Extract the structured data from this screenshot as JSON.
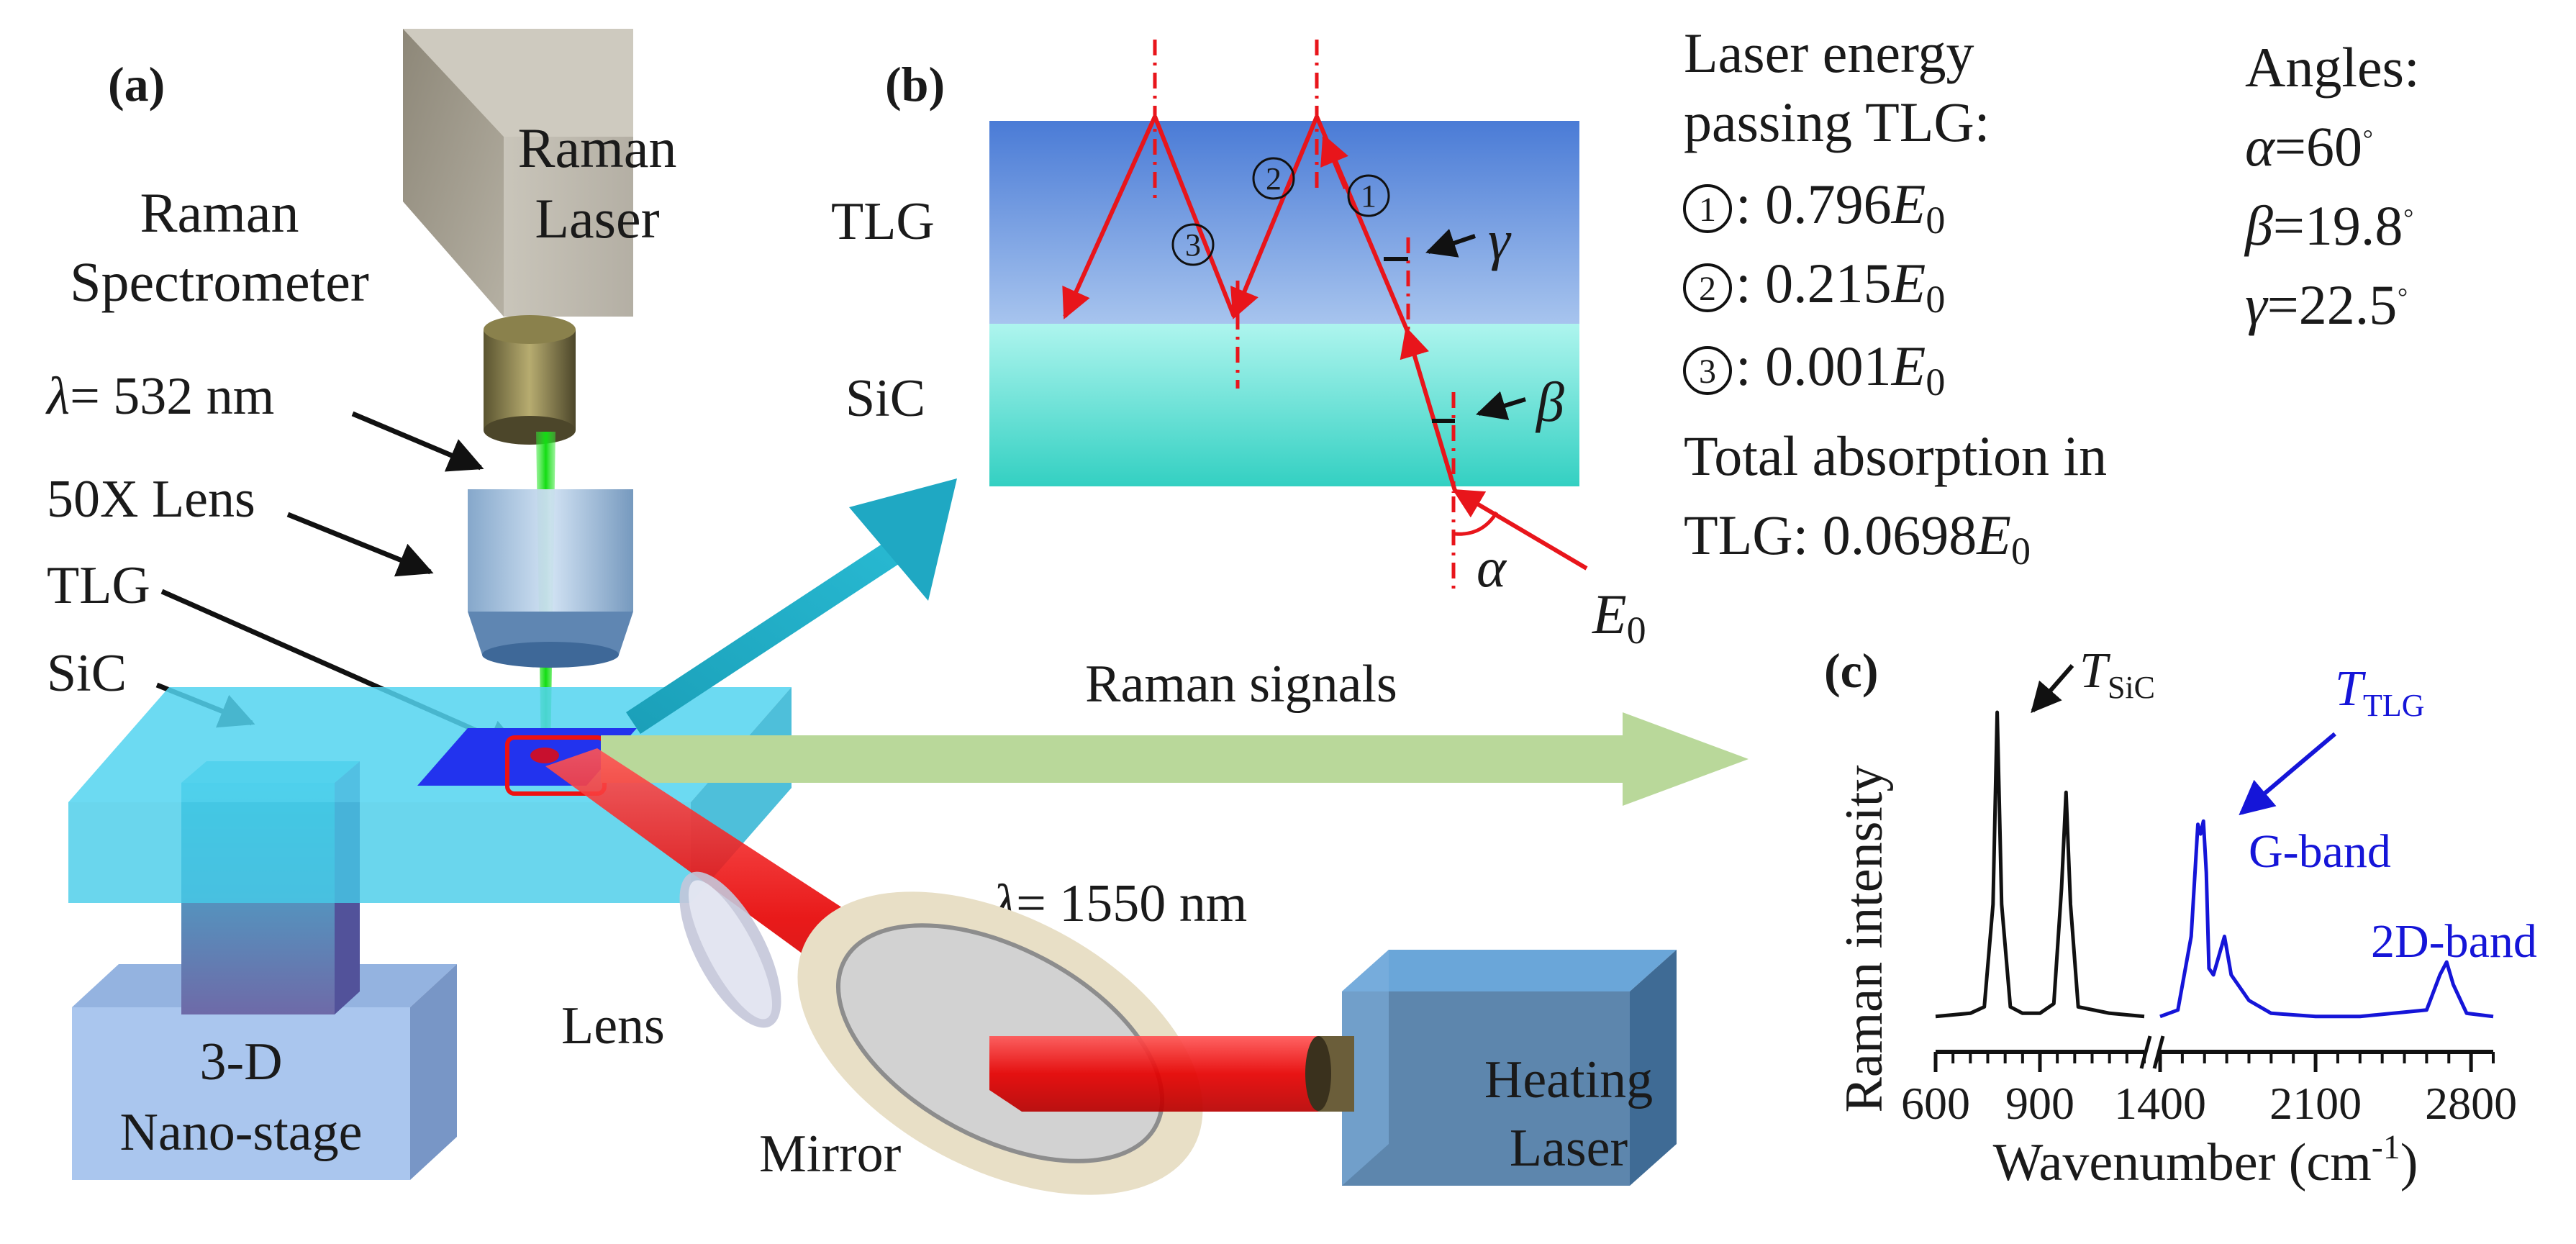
{
  "panel_a": {
    "label": "(a)",
    "raman_spectrometer": [
      "Raman",
      "Spectrometer"
    ],
    "raman_laser": [
      "Raman",
      "Laser"
    ],
    "lambda_532_symbol": "λ",
    "lambda_532_value": "= 532 nm",
    "lens_50x": "50X Lens",
    "tlg": "TLG",
    "sic": "SiC",
    "raman_signals": "Raman signals",
    "lambda_1550_symbol": "λ",
    "lambda_1550_value": "= 1550 nm",
    "lens": "Lens",
    "mirror": "Mirror",
    "nano_stage": [
      "3-D",
      "Nano-stage"
    ],
    "heating_laser": [
      "Heating",
      "Laser"
    ],
    "colors": {
      "sic_slab": "#4fd0ec",
      "green_laser": "#22dd22",
      "red_laser": "#ee1111",
      "raman_arrow": "#b9d89a"
    }
  },
  "panel_b": {
    "label": "(b)",
    "tlg": "TLG",
    "sic": "SiC",
    "ray_labels": [
      "①",
      "②",
      "③"
    ],
    "gamma": "γ",
    "beta": "β",
    "alpha": "α",
    "e0_letter": "E",
    "e0_sub": "0",
    "energy_title": [
      "Laser energy",
      "passing TLG:"
    ],
    "energy_rows": [
      {
        "mark": "①",
        "value": ": 0.796",
        "E": "E",
        "sub": "0"
      },
      {
        "mark": "②",
        "value": ": 0.215",
        "E": "E",
        "sub": "0"
      },
      {
        "mark": "③",
        "value": ": 0.001",
        "E": "E",
        "sub": "0"
      }
    ],
    "absorption_line1": "Total absorption in",
    "absorption_prefix": "TLG: 0.0698",
    "absorption_E": "E",
    "absorption_sub": "0",
    "angles_title": "Angles:",
    "angles": [
      {
        "symbol": "α",
        "value": "=60",
        "deg": "◦"
      },
      {
        "symbol": "β",
        "value": "=19.8",
        "deg": "◦"
      },
      {
        "symbol": "γ",
        "value": "=22.5",
        "deg": "◦"
      }
    ]
  },
  "panel_c": {
    "label": "(c)",
    "ylabel": "Raman intensity",
    "xlabel_main": "Wavenumber (cm",
    "xlabel_sup": "-1",
    "xlabel_close": ")",
    "xticks": [
      "600",
      "900",
      "1400",
      "2100",
      "2800"
    ],
    "t_sic_letter": "T",
    "t_sic_sub": "SiC",
    "t_tlg_letter": "T",
    "t_tlg_sub": "TLG",
    "g_band": "G-band",
    "d2_band": "2D-band",
    "colors": {
      "sic_series": "#111111",
      "tlg_series": "#1515d8"
    }
  },
  "chart_data": {
    "type": "line",
    "xlabel": "Wavenumber (cm-1)",
    "ylabel": "Raman intensity",
    "x_axis_segments": [
      [
        600,
        1200
      ],
      [
        1400,
        2900
      ]
    ],
    "x_ticks": [
      600,
      900,
      1400,
      2100,
      2800
    ],
    "series": [
      {
        "name": "SiC",
        "x": [
          600,
          700,
          740,
          765,
          777,
          790,
          815,
          850,
          900,
          940,
          962,
          975,
          988,
          1010,
          1100,
          1200
        ],
        "y": [
          0.05,
          0.06,
          0.08,
          0.4,
          1.0,
          0.4,
          0.08,
          0.06,
          0.06,
          0.09,
          0.45,
          0.75,
          0.4,
          0.08,
          0.06,
          0.05
        ]
      },
      {
        "name": "TLG",
        "x": [
          1400,
          1480,
          1540,
          1570,
          1582,
          1595,
          1608,
          1620,
          1640,
          1690,
          1720,
          1800,
          1900,
          2100,
          2300,
          2600,
          2660,
          2690,
          2720,
          2780,
          2900
        ],
        "y": [
          0.05,
          0.07,
          0.3,
          0.65,
          0.62,
          0.66,
          0.5,
          0.2,
          0.18,
          0.3,
          0.18,
          0.1,
          0.06,
          0.05,
          0.05,
          0.07,
          0.18,
          0.22,
          0.15,
          0.06,
          0.05
        ]
      }
    ]
  }
}
